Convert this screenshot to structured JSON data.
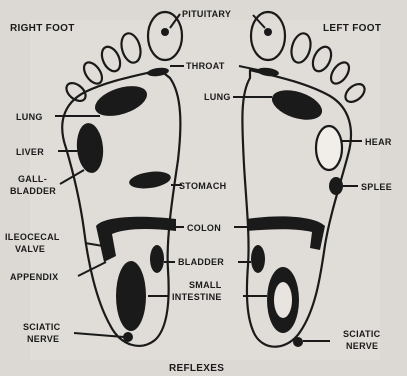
{
  "labels": {
    "right_foot": "RIGHT FOOT",
    "left_foot": "LEFT FOOT",
    "pituitary": "PITUITARY",
    "throat": "THROAT",
    "lung_right": "LUNG",
    "lung_left": "LUNG",
    "liver": "LIVER",
    "gallbladder_line1": "GALL-",
    "gallbladder_line2": "BLADDER",
    "heart": "HEAR",
    "stomach": "STOMACH",
    "spleen": "SPLEE",
    "colon": "COLON",
    "ileocecal_line1": "ILEOCECAL",
    "ileocecal_line2": "VALVE",
    "appendix": "APPENDIX",
    "bladder": "BLADDER",
    "small_intestine_line1": "SMALL",
    "small_intestine_line2": "INTESTINE",
    "sciatic_left_line1": "SCIATIC",
    "sciatic_left_line2": "NERVE",
    "sciatic_right_line1": "SCIATIC",
    "sciatic_right_line2": "NERVE",
    "caption": "REFLEXES"
  }
}
